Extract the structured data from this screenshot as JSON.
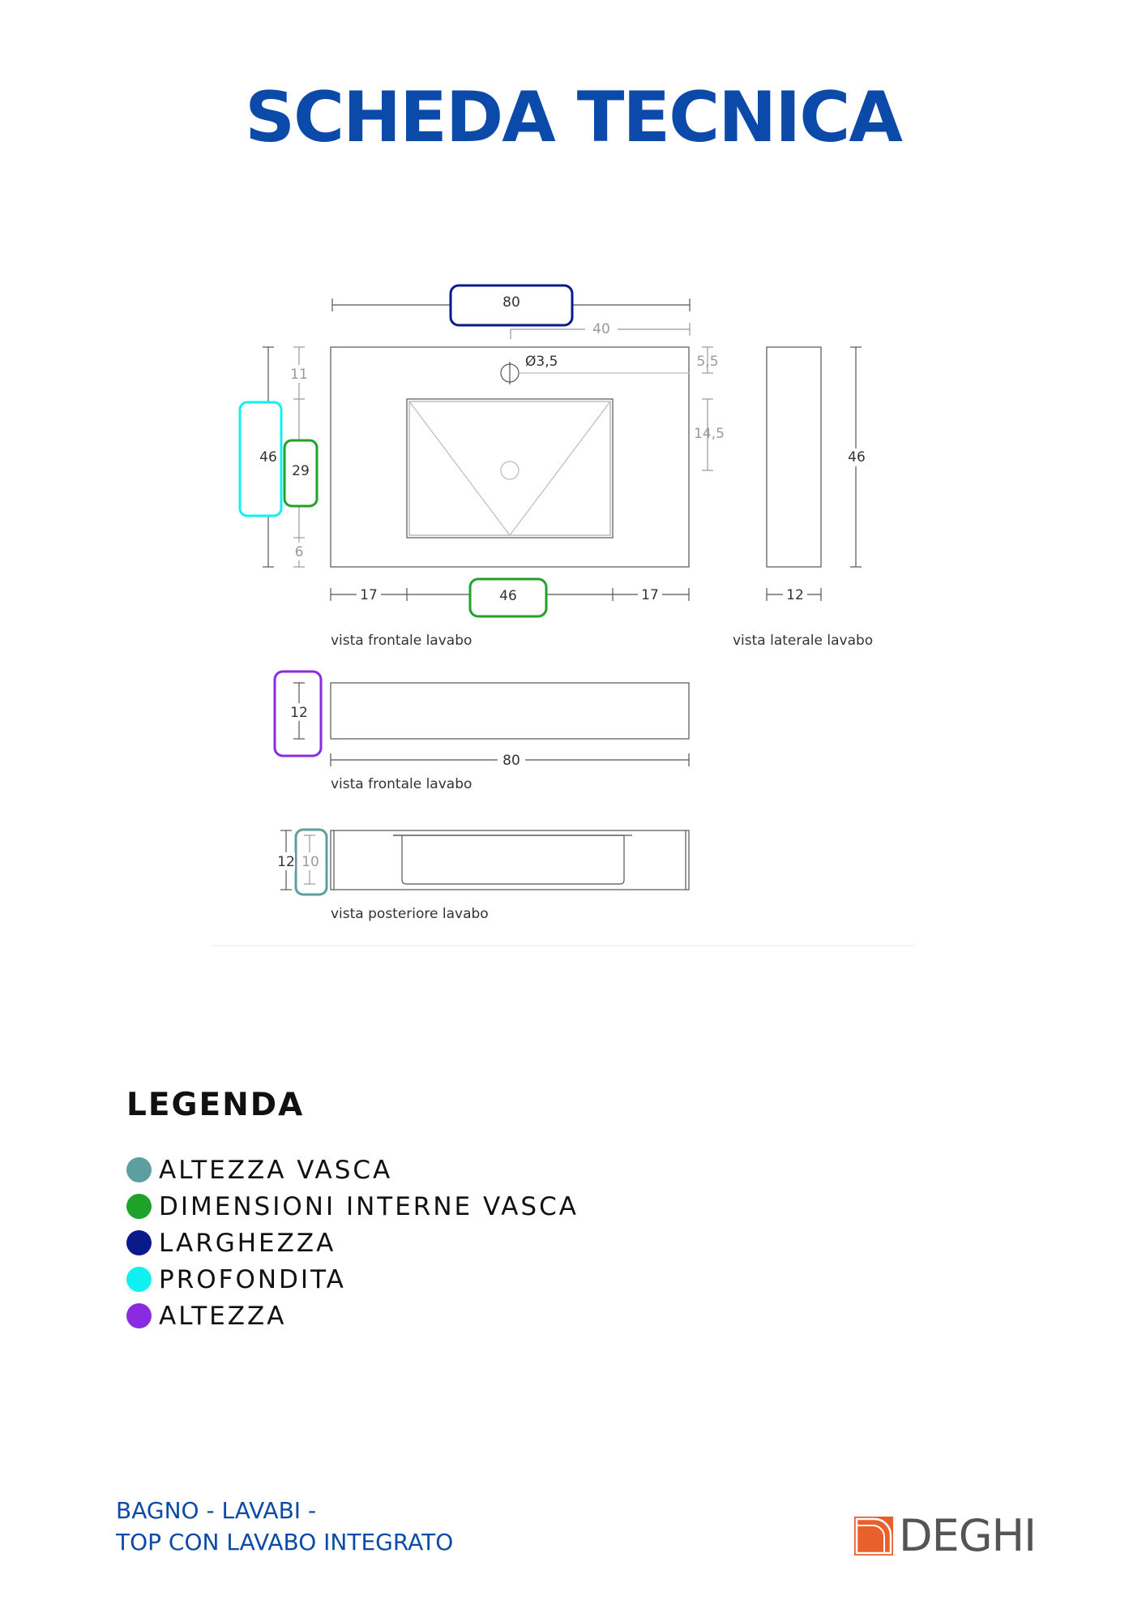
{
  "title": "SCHEDA TECNICA",
  "drawing": {
    "front_view": {
      "width": "80",
      "hole_offset": "40",
      "hole_diameter": "Ø3,5",
      "top_margin_right": "5,5",
      "basin_offset_right": "14,5",
      "top_margin_left": "11",
      "depth": "46",
      "inner_depth": "29",
      "bottom_margin": "6",
      "left_margin": "17",
      "inner_width": "46",
      "right_margin": "17",
      "caption": "vista frontale lavabo"
    },
    "side_view": {
      "depth": "46",
      "thickness": "12",
      "caption": "vista laterale lavabo"
    },
    "front_view_2": {
      "height": "12",
      "width": "80",
      "caption": "vista frontale lavabo"
    },
    "rear_view": {
      "height": "12",
      "basin_height": "10",
      "caption": "vista posteriore lavabo"
    }
  },
  "legend": {
    "title": "LEGENDA",
    "items": [
      {
        "label": "ALTEZZA VASCA",
        "color": "#5f9ea0"
      },
      {
        "label": "DIMENSIONI INTERNE VASCA",
        "color": "#1fa22a"
      },
      {
        "label": "LARGHEZZA",
        "color": "#0a1a8a"
      },
      {
        "label": "PROFONDITA",
        "color": "#11f0f0"
      },
      {
        "label": "ALTEZZA",
        "color": "#8a2be2"
      }
    ]
  },
  "footer": {
    "line1": "BAGNO - LAVABI -",
    "line2": "TOP CON LAVABO INTEGRATO"
  },
  "logo": {
    "text": "DEGHI",
    "color": "#e8602c"
  }
}
